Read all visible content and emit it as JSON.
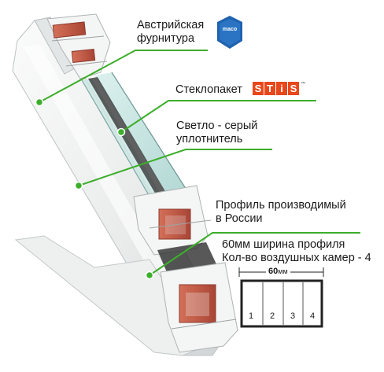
{
  "labels": {
    "hardware_l1": "Австрийская",
    "hardware_l2": "фурнитура",
    "brand_maco": "maco",
    "glass_unit": "Стеклопакет",
    "brand_stis": [
      "S",
      "T",
      "i",
      "S"
    ],
    "brand_tm": "™",
    "seal_l1": "Светло - серый",
    "seal_l2": "уплотнитель",
    "profile_l1": "Профиль производимый",
    "profile_l2": "в России",
    "width_line": "60мм ширина профиля",
    "chambers_line": "Кол-во воздушных камер - 4"
  },
  "legend": {
    "width_value": "60",
    "width_unit": "мм",
    "chambers": [
      "1",
      "2",
      "3",
      "4"
    ]
  },
  "colors": {
    "pointer": "#3dae2b",
    "maco_blue": "#1f63b0",
    "stis_orange": "#e8471c",
    "profile_white": "#f2f3f3",
    "reinforcement": "#c25a48",
    "glass": "#b9dcd8"
  }
}
